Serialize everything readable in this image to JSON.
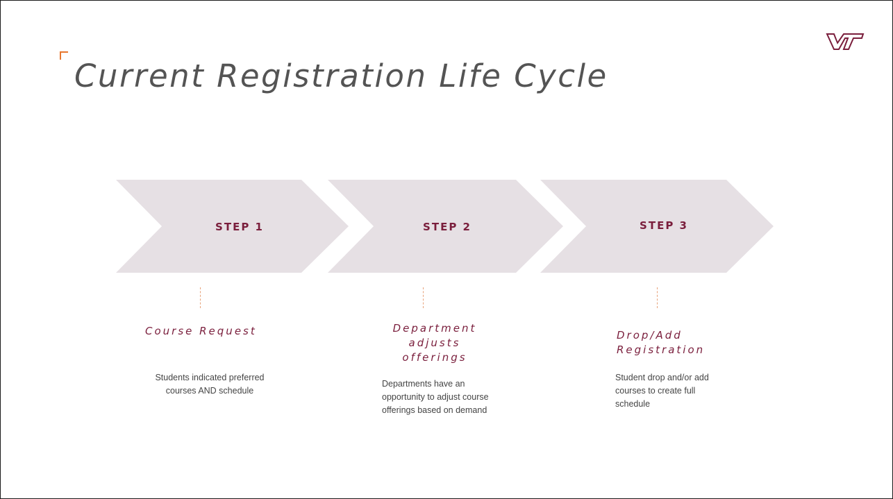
{
  "slide": {
    "title": "Current Registration Life Cycle",
    "logo_icon": "vt-logo-icon",
    "accent_color": "#E8772E",
    "brand_color": "#7A1E3C",
    "chevron_color": "#E6E0E4"
  },
  "steps": [
    {
      "label": "STEP 1",
      "title": "Course Request",
      "description": "Students indicated preferred courses AND schedule"
    },
    {
      "label": "STEP 2",
      "title": "Department adjusts offerings",
      "description": "Departments have an opportunity to adjust course offerings based on demand"
    },
    {
      "label": "STEP 3",
      "title": "Drop/Add Registration",
      "description": "Student drop and/or add courses to create full schedule"
    }
  ]
}
